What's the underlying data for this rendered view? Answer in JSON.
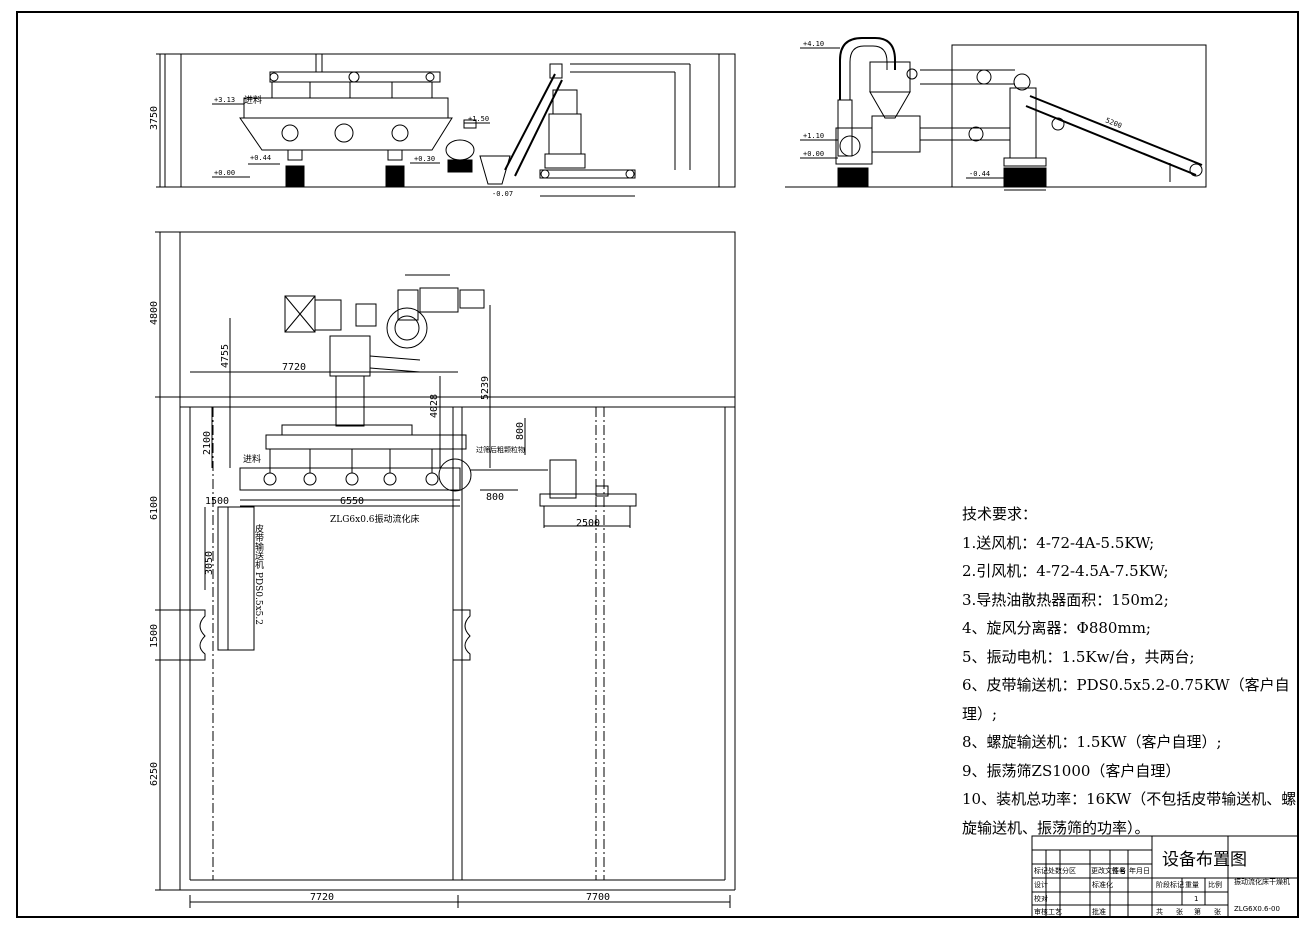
{
  "drawing": {
    "title": "设备布置图",
    "product_name": "振动流化床干燥机",
    "drawing_number": "ZLG6X0.6-00"
  },
  "tech_requirements": {
    "heading": "技术要求：",
    "items": [
      "1.送风机：4-72-4A-5.5KW;",
      "2.引风机：4-72-4.5A-7.5KW;",
      "3.导热油散热器面积：150m2;",
      "4、旋风分离器：Φ880mm;",
      "5、振动电机：1.5Kw/台，共两台;",
      "6、皮带输送机：PDS0.5x5.2-0.75KW（客户自理）;",
      "8、螺旋输送机：1.5KW（客户自理）;",
      "9、振荡筛ZS1000（客户自理）",
      "10、装机总功率：16KW（不包括皮带输送机、螺旋输送机、振荡筛的功率）。"
    ]
  },
  "front_elevation": {
    "height_dim": "3750",
    "feed_label": "进料",
    "levels": [
      "+3.13",
      "+0.44",
      "+0.00",
      "+1.50",
      "+0.30",
      "-0.07"
    ]
  },
  "side_elevation": {
    "levels": [
      "+4.10",
      "+1.10",
      "+0.00",
      "-0.44"
    ],
    "conveyor_length": "5200"
  },
  "plan_view": {
    "dims_left": [
      "4800",
      "6100",
      "1500",
      "6250"
    ],
    "dims_top": [
      "7720",
      "4755",
      "2100",
      "4028",
      "5239",
      "800"
    ],
    "dims_bottom": [
      "7720",
      "7700"
    ],
    "dims_inner": [
      "1500",
      "6550",
      "800",
      "2500",
      "3050"
    ],
    "feed_label": "进料",
    "bed_label": "ZLG6x0.6振动流化床",
    "conveyor_label": "皮带输送机 PDS0.5x5.2",
    "sieve_note": "过筛后粗颗粒物"
  },
  "title_block": {
    "labels": [
      "标记",
      "处数",
      "分区",
      "更改文件号",
      "签名",
      "年月日",
      "设计",
      "标准化",
      "校对",
      "审核",
      "工艺",
      "批准",
      "阶段标记",
      "重量",
      "比例",
      "共",
      "张",
      "第",
      "张"
    ],
    "qty": "1"
  }
}
